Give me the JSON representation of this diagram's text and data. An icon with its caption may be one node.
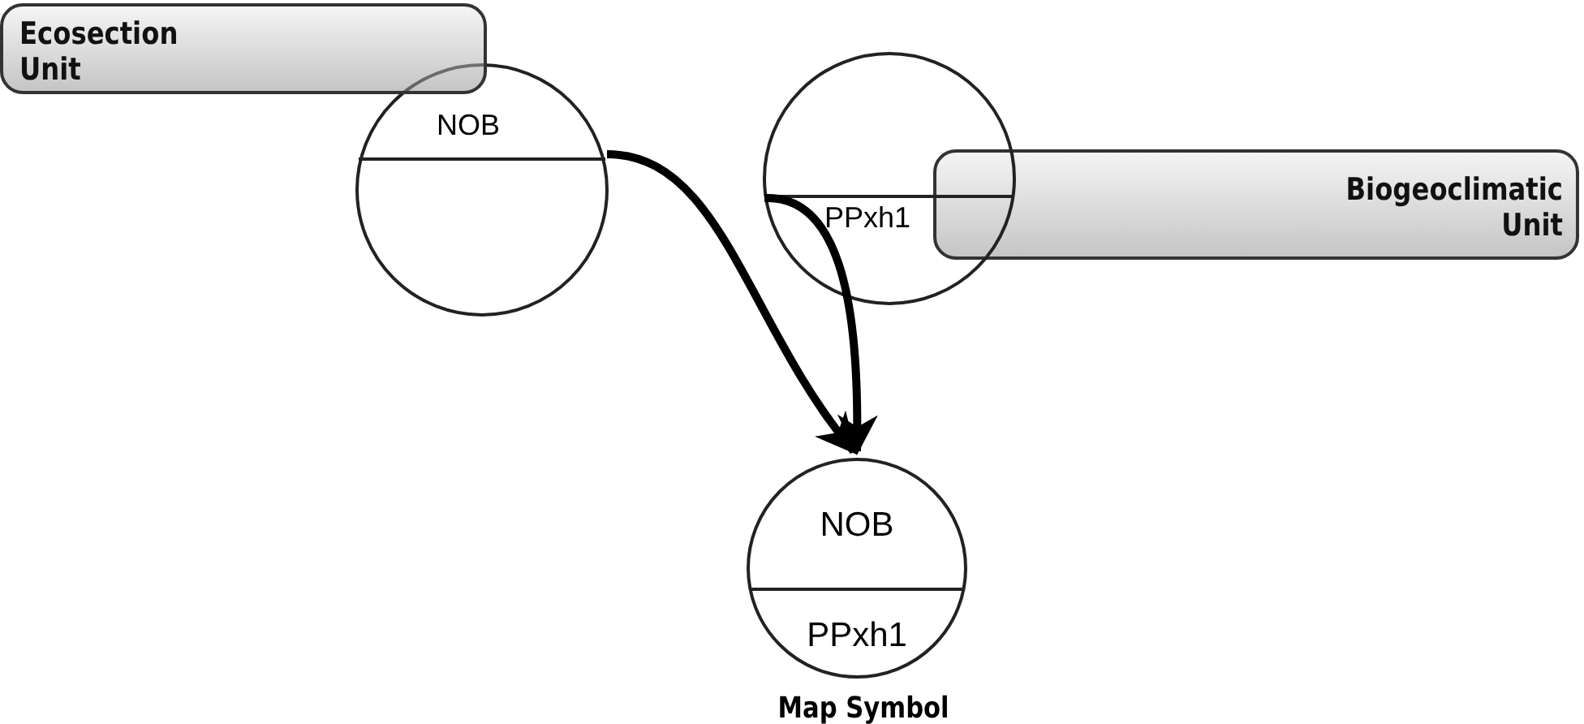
{
  "diagram": {
    "nodes": [
      {
        "text": [
          "Ecosection Unit"
        ]
      },
      {
        "text": [
          "NOB"
        ]
      },
      {
        "text": [
          "PPxh1"
        ]
      },
      {
        "text": [
          "Biogeoclimatic Unit"
        ]
      },
      {
        "text": [
          "NOB",
          "PPxh1"
        ],
        "beside": [
          "Map Symbol"
        ]
      }
    ],
    "edges": [
      {
        "from": 1,
        "to": 4,
        "arrow": "to"
      },
      {
        "from": 2,
        "to": 4,
        "arrow": "to"
      }
    ]
  }
}
